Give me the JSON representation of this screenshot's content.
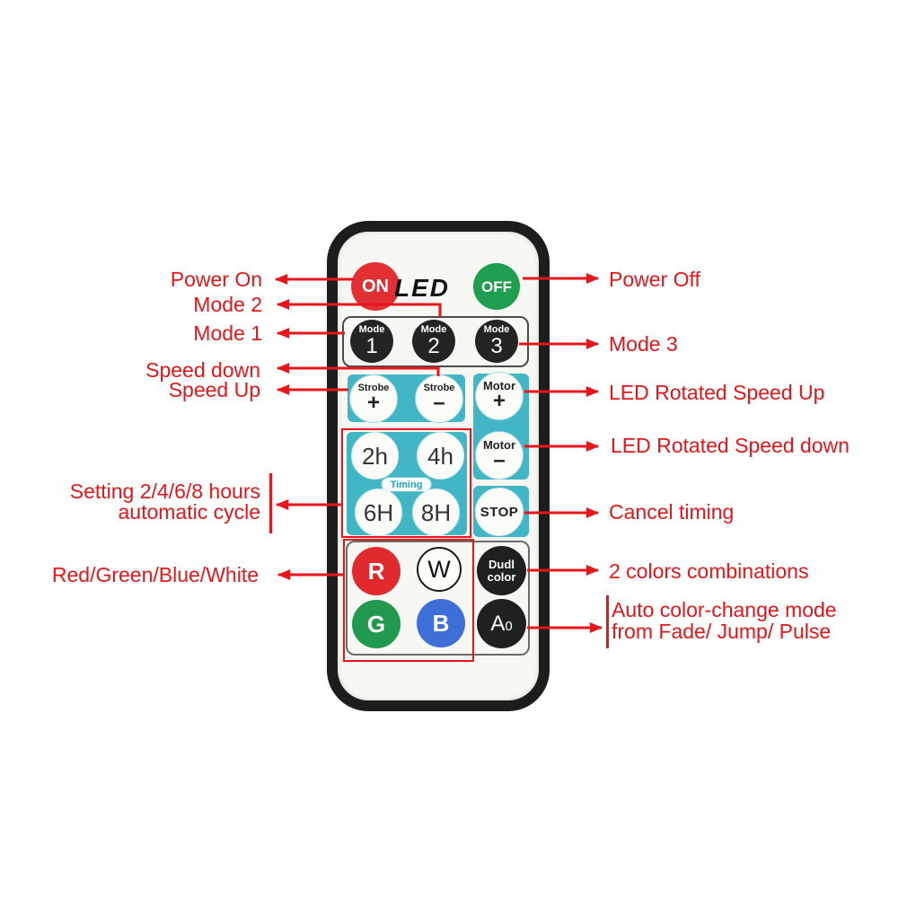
{
  "colors": {
    "annotation_red": "#e8151a",
    "teal": "#43b6c6",
    "on_red": "#e12f33",
    "off_green": "#1f9e50",
    "button_black": "#242424",
    "red_button": "#e02a2d",
    "green_button": "#219a4f",
    "blue_button": "#3e6ed8",
    "remote_border": "#1d1d1d",
    "remote_face": "#f7f7f3"
  },
  "remote": {
    "logo": "LED",
    "on": "ON",
    "off": "OFF",
    "mode_word": "Mode",
    "mode_1": "1",
    "mode_2": "2",
    "mode_3": "3",
    "strobe_word": "Strobe",
    "motor_word": "Motor",
    "plus": "+",
    "minus": "–",
    "t2h": "2h",
    "t4h": "4h",
    "t6h": "6H",
    "t8h": "8H",
    "timing": "Timing",
    "stop": "STOP",
    "r": "R",
    "w": "W",
    "g": "G",
    "b": "B",
    "dual_line1": "Dudl",
    "dual_line2": "color",
    "a_main": "A",
    "a_sub": "0"
  },
  "annotations": {
    "left": [
      {
        "label": "Power On"
      },
      {
        "label": "Mode 2"
      },
      {
        "label": "Mode 1"
      },
      {
        "label": "Speed down"
      },
      {
        "label": "Speed Up"
      },
      {
        "line1": "Setting 2/4/6/8 hours",
        "line2": "automatic cycle"
      },
      {
        "label": "Red/Green/Blue/White"
      }
    ],
    "right": [
      {
        "label": "Power Off"
      },
      {
        "label": "Mode 3"
      },
      {
        "label": "LED Rotated Speed Up"
      },
      {
        "label": "LED Rotated Speed down"
      },
      {
        "label": "Cancel timing"
      },
      {
        "label": "2 colors combinations"
      },
      {
        "line1": "Auto color-change mode",
        "line2": "from Fade/ Jump/ Pulse"
      }
    ]
  }
}
